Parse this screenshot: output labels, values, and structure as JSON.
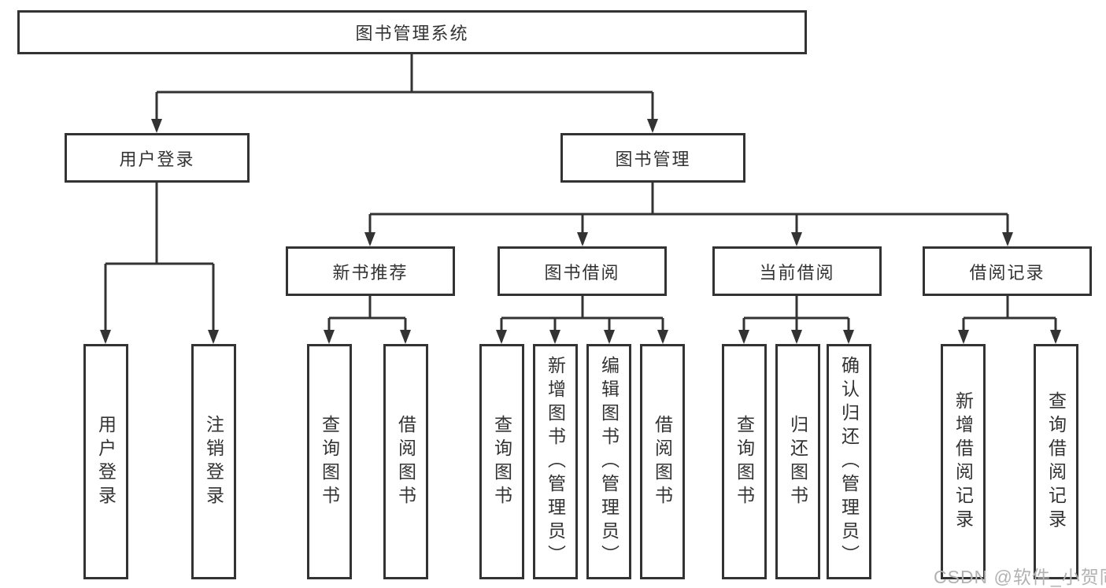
{
  "colors": {
    "line": "#333333",
    "text": "#333333",
    "box_background": "#ffffff",
    "watermark": "#b2b2b2"
  },
  "watermark": "CSDN @软件_小贺同学",
  "nodes": {
    "root": "图书管理系统",
    "user_login": "用户登录",
    "book_management": "图书管理",
    "new_book_recommend": "新书推荐",
    "book_borrowing": "图书借阅",
    "current_borrowing": "当前借阅",
    "borrowing_records": "借阅记录",
    "ul_user_login": "用户登录",
    "ul_logout": "注销登录",
    "nb_query_books": "查询图书",
    "nb_borrow_books": "借阅图书",
    "bb_query_books": "查询图书",
    "bb_add_books": "新增图书（管理员）",
    "bb_edit_books": "编辑图书（管理员）",
    "bb_borrow_books": "借阅图书",
    "cb_query_books": "查询图书",
    "cb_return_books": "归还图书",
    "cb_confirm_return": "确认归还（管理员）",
    "br_add_record": "新增借阅记录",
    "br_query_record": "查询借阅记录"
  },
  "tree": {
    "图书管理系统": {
      "用户登录": [
        "用户登录",
        "注销登录"
      ],
      "图书管理": {
        "新书推荐": [
          "查询图书",
          "借阅图书"
        ],
        "图书借阅": [
          "查询图书",
          "新增图书（管理员）",
          "编辑图书（管理员）",
          "借阅图书"
        ],
        "当前借阅": [
          "查询图书",
          "归还图书",
          "确认归还（管理员）"
        ],
        "借阅记录": [
          "新增借阅记录",
          "查询借阅记录"
        ]
      }
    }
  }
}
